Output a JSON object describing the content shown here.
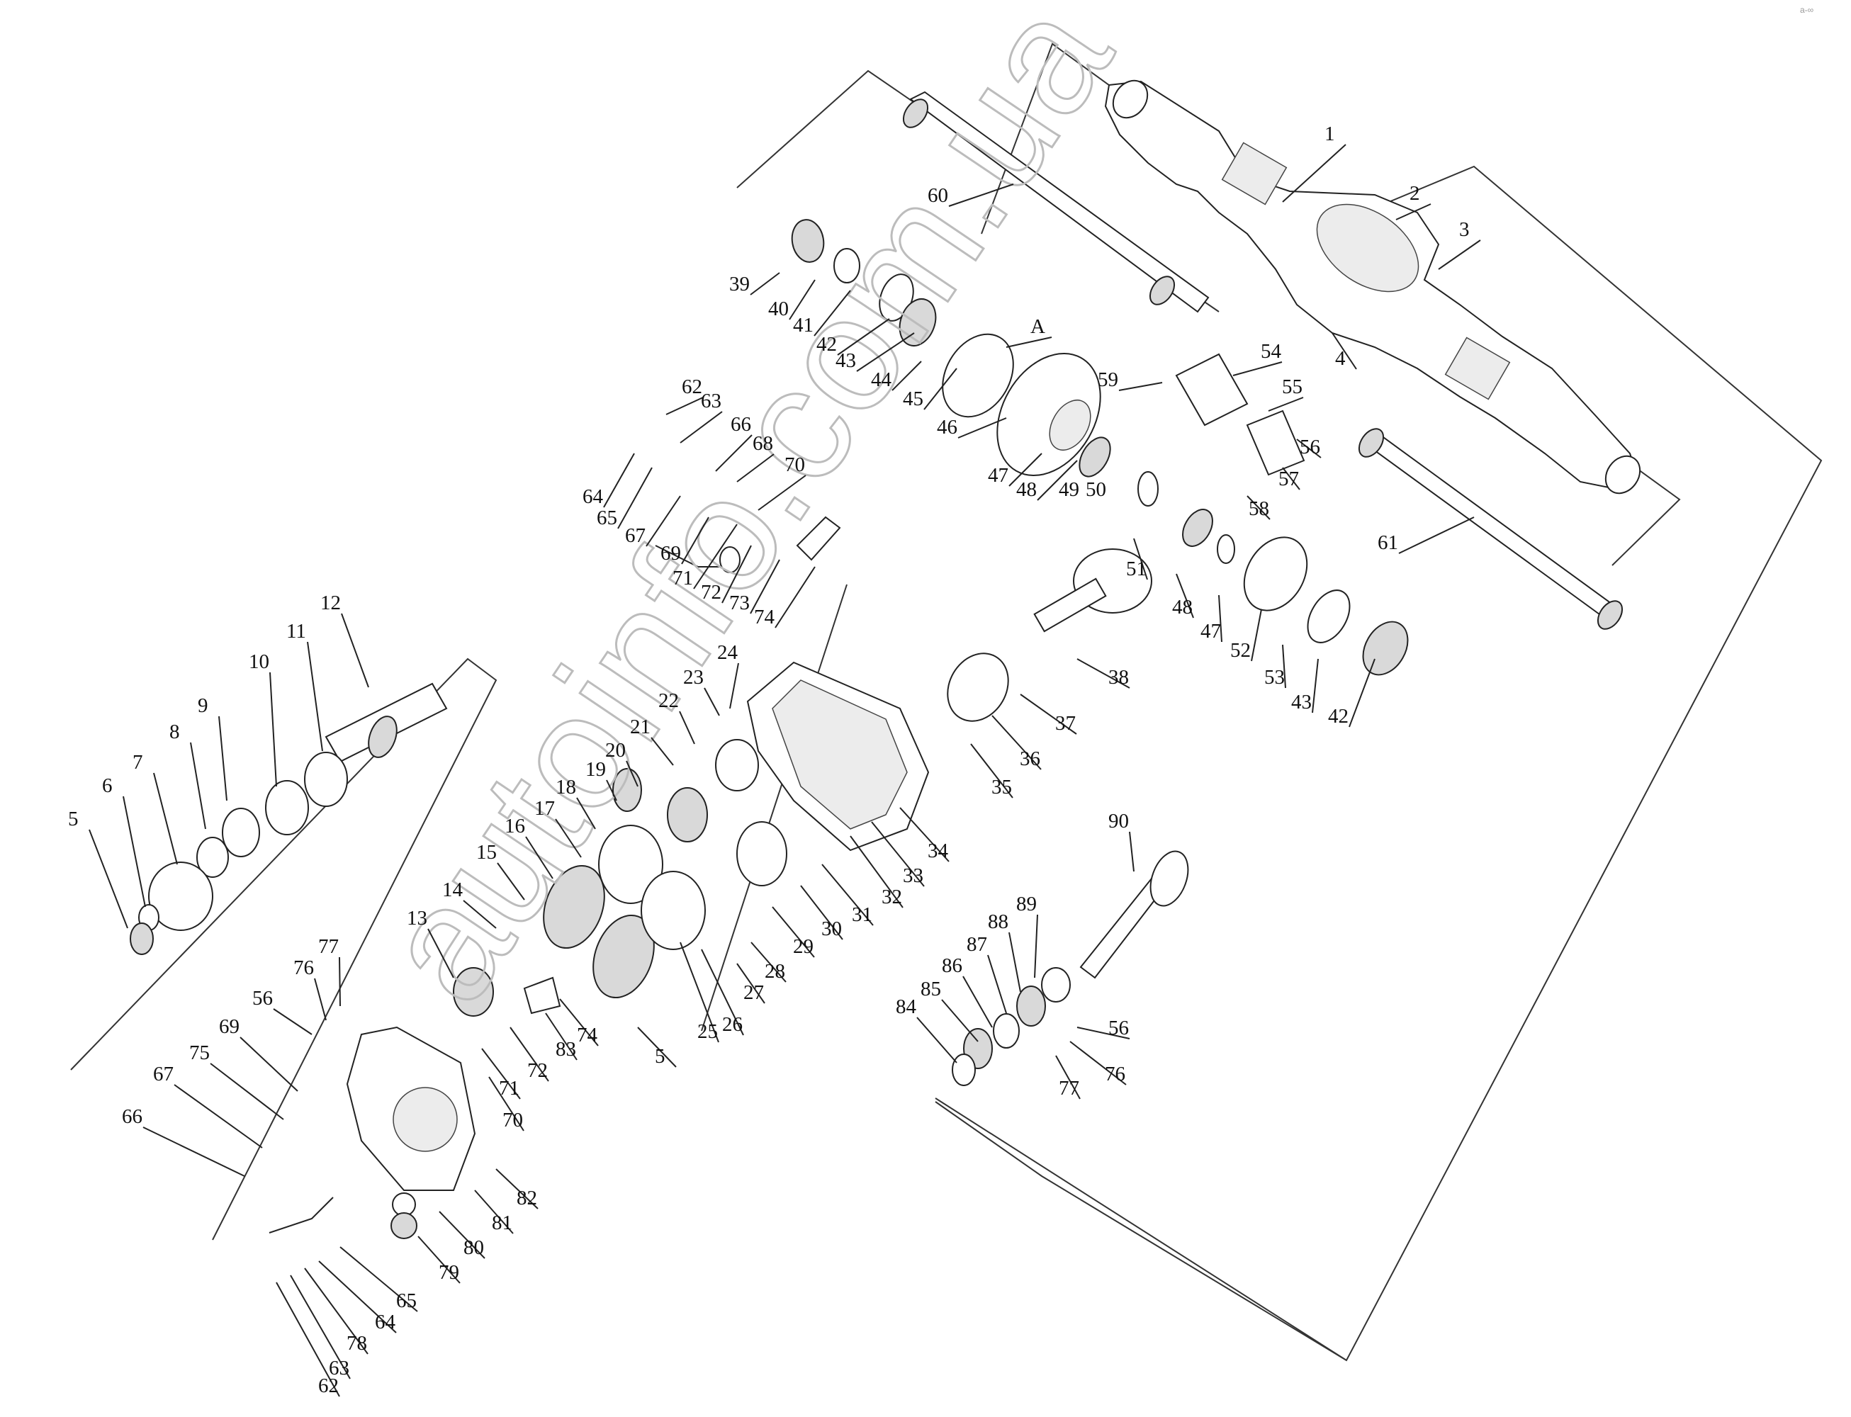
{
  "watermark": "autoinfo.com.ua",
  "corner_mark": "a-∞",
  "callouts": [
    "1",
    "2",
    "3",
    "4",
    "5",
    "6",
    "7",
    "8",
    "9",
    "10",
    "11",
    "12",
    "13",
    "14",
    "15",
    "16",
    "17",
    "18",
    "19",
    "20",
    "21",
    "22",
    "23",
    "24",
    "25",
    "26",
    "27",
    "28",
    "29",
    "30",
    "31",
    "32",
    "33",
    "34",
    "35",
    "36",
    "37",
    "38",
    "39",
    "40",
    "41",
    "42",
    "43",
    "44",
    "45",
    "46",
    "47",
    "48",
    "49",
    "50",
    "51",
    "52",
    "53",
    "54",
    "55",
    "56",
    "57",
    "58",
    "59",
    "60",
    "61",
    "62",
    "63",
    "64",
    "65",
    "66",
    "67",
    "68",
    "69",
    "70",
    "71",
    "72",
    "73",
    "74",
    "75",
    "76",
    "77",
    "78",
    "79",
    "80",
    "81",
    "82",
    "83",
    "84",
    "85",
    "86",
    "87",
    "88",
    "89",
    "90",
    "A"
  ]
}
